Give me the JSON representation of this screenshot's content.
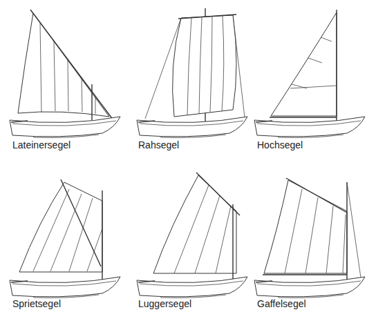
{
  "diagram": {
    "labels": [
      "Lateinersegel",
      "Rahsegel",
      "Hochsegel",
      "Sprietsegel",
      "Luggersegel",
      "Gaffelsegel"
    ]
  }
}
